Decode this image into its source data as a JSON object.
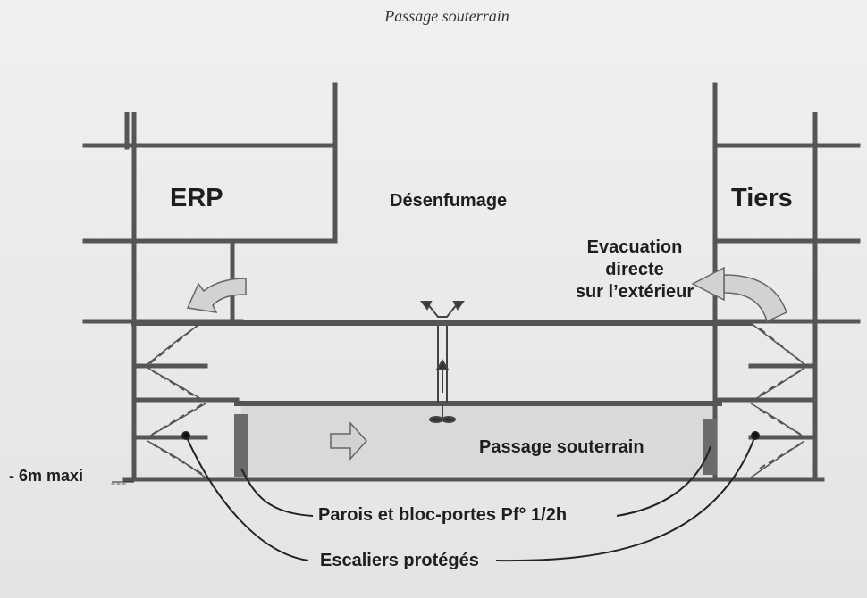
{
  "title": "Passage souterrain",
  "labels": {
    "erp": "ERP",
    "desenfumage": "Désenfumage",
    "tiers": "Tiers",
    "evacuation_line1": "Evacuation",
    "evacuation_line2": "directe",
    "evacuation_line3": "sur l’extérieur",
    "passage": "Passage souterrain",
    "depth": "- 6m maxi",
    "parois": "Parois et bloc-portes Pf° 1/2h",
    "escaliers": "Escaliers protégés"
  },
  "colors": {
    "structure": "#595959",
    "wall_hatch": "#6b6b6b",
    "arrow_fill": "#d2d2d2",
    "arrow_stroke": "#666666",
    "passage_fill": "#d9d9d9"
  }
}
